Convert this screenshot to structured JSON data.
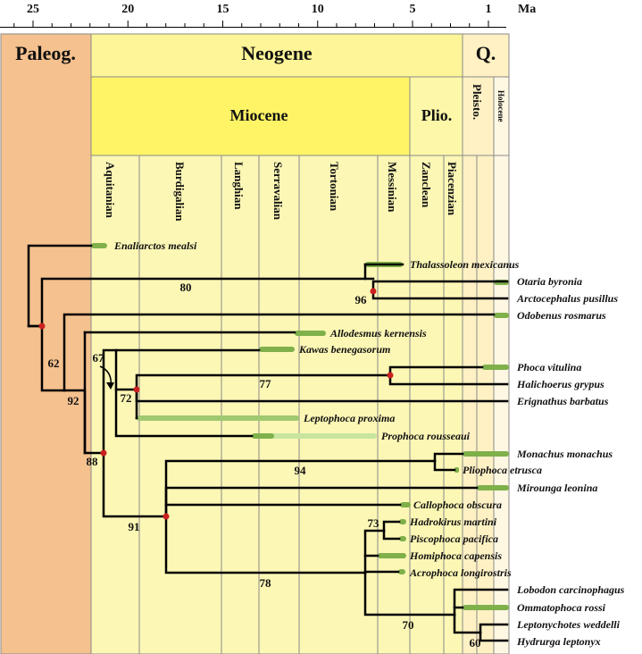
{
  "axis": {
    "unit": "Ma",
    "ticks": [
      {
        "ma": 25,
        "label": "25"
      },
      {
        "ma": 20,
        "label": "20"
      },
      {
        "ma": 15,
        "label": "15"
      },
      {
        "ma": 10,
        "label": "10"
      },
      {
        "ma": 5,
        "label": "5"
      },
      {
        "ma": 1,
        "label": "1"
      }
    ]
  },
  "periods": {
    "paleogene": "Paleog.",
    "neogene": "Neogene",
    "quaternary": "Q."
  },
  "epochs": {
    "miocene": "Miocene",
    "pliocene": "Plio.",
    "pleistocene": "Pleisto.",
    "holocene": "Holocene"
  },
  "stages": [
    {
      "key": "aquitanian",
      "label": "Aquitanian"
    },
    {
      "key": "burdigalian",
      "label": "Burdigalian"
    },
    {
      "key": "langhian",
      "label": "Langhian"
    },
    {
      "key": "serravalian",
      "label": "Serravalian"
    },
    {
      "key": "tortonian",
      "label": "Tortonian"
    },
    {
      "key": "messinian",
      "label": "Messinian"
    },
    {
      "key": "zanclean",
      "label": "Zanclean"
    },
    {
      "key": "piacenzian",
      "label": "Piacenzian"
    }
  ],
  "taxa": [
    {
      "key": "enaliarctos",
      "name": "Enaliarctos mealsi"
    },
    {
      "key": "thalassoleon",
      "name": "Thalassoleon mexicanus"
    },
    {
      "key": "otaria",
      "name": "Otaria byronia"
    },
    {
      "key": "arctocephalus",
      "name": "Arctocephalus pusillus"
    },
    {
      "key": "odobenus",
      "name": "Odobenus rosmarus"
    },
    {
      "key": "allodesmus",
      "name": "Allodesmus kernensis"
    },
    {
      "key": "kawas",
      "name": "Kawas benegasorum"
    },
    {
      "key": "phoca",
      "name": "Phoca vitulina"
    },
    {
      "key": "halichoerus",
      "name": "Halichoerus grypus"
    },
    {
      "key": "erignathus",
      "name": "Erignathus barbatus"
    },
    {
      "key": "leptophoca",
      "name": "Leptophoca proxima"
    },
    {
      "key": "prophoca",
      "name": "Prophoca rousseaui"
    },
    {
      "key": "monachus",
      "name": "Monachus monachus"
    },
    {
      "key": "pliophoca",
      "name": "Pliophoca etrusca"
    },
    {
      "key": "mirounga",
      "name": "Mirounga leonina"
    },
    {
      "key": "callophoca",
      "name": "Callophoca obscura"
    },
    {
      "key": "hadrokirus",
      "name": "Hadrokirus martini"
    },
    {
      "key": "piscophoca",
      "name": "Piscophoca pacifica"
    },
    {
      "key": "homiphoca",
      "name": "Homiphoca capensis"
    },
    {
      "key": "acrophoca",
      "name": "Acrophoca longirostris"
    },
    {
      "key": "lobodon",
      "name": "Lobodon carcinophagus"
    },
    {
      "key": "ommatophoca",
      "name": "Ommatophoca rossi"
    },
    {
      "key": "leptonychotes",
      "name": "Leptonychotes weddelli"
    },
    {
      "key": "hydrurga",
      "name": "Hydrurga leptonyx"
    }
  ],
  "node_labels": [
    {
      "key": "n80",
      "text": "80"
    },
    {
      "key": "n96",
      "text": "96"
    },
    {
      "key": "n62",
      "text": "62"
    },
    {
      "key": "n92",
      "text": "92"
    },
    {
      "key": "n67",
      "text": "67"
    },
    {
      "key": "n72",
      "text": "72"
    },
    {
      "key": "n77",
      "text": "77"
    },
    {
      "key": "n88",
      "text": "88"
    },
    {
      "key": "n94",
      "text": "94"
    },
    {
      "key": "n91",
      "text": "91"
    },
    {
      "key": "n73",
      "text": "73"
    },
    {
      "key": "n78",
      "text": "78"
    },
    {
      "key": "n70",
      "text": "70"
    },
    {
      "key": "n60",
      "text": "60"
    }
  ],
  "colors": {
    "paleogene": "#f5c18e",
    "neogene": "#fdf597",
    "miocene": "#fef466",
    "stage_bg": "#fcf7b5",
    "quaternary": "#fff1c4",
    "quaternary_light": "#fef7e2",
    "range_dark": "#7fb04a",
    "range_light": "#c7e59e",
    "node_dot": "#cc2020",
    "branch": "#000000"
  }
}
